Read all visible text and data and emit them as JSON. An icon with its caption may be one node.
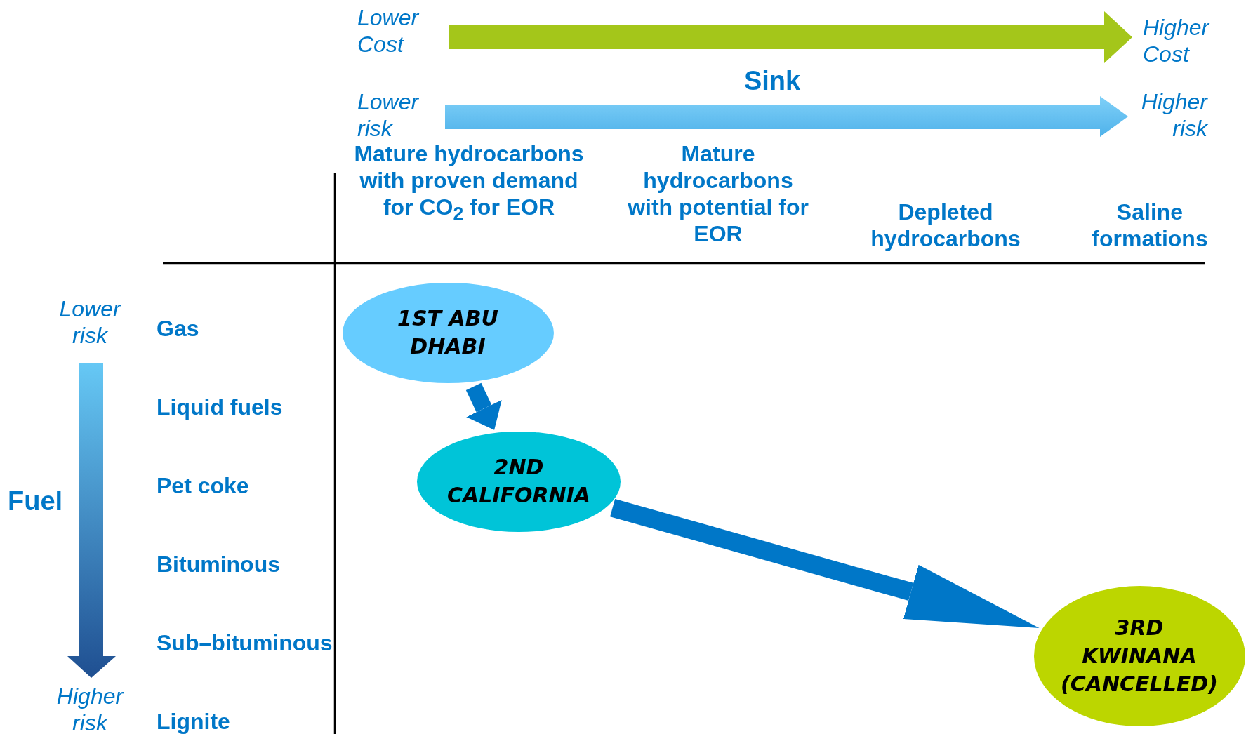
{
  "diagram": {
    "nodes": [
      {
        "text": [
          "1ST ABU DHABI"
        ]
      },
      {
        "text": [
          "2ND CALIFORNIA"
        ]
      },
      {
        "text": [
          "3RD KWINANA (CANCELLED)"
        ]
      }
    ],
    "edges": [
      {
        "from": 0,
        "to": 1,
        "arrow": "to"
      },
      {
        "from": 1,
        "to": 2,
        "arrow": "to"
      }
    ],
    "labels": [
      "Lower Cost",
      "Higher Cost",
      "Sink",
      "Lower risk",
      "Higher risk",
      "Mature hydrocarbons with proven demand for CO$_{2}$ for EOR",
      "Mature hydrocarbons with potential for EOR",
      "Depleted hydrocarbons",
      "Saline formations",
      "Lower risk",
      "Fuel",
      "Gas",
      "Liquid fuels",
      "Pet coke",
      "Bituminous",
      "Sub–bituminous",
      "Higher risk",
      "Lignite"
    ]
  }
}
